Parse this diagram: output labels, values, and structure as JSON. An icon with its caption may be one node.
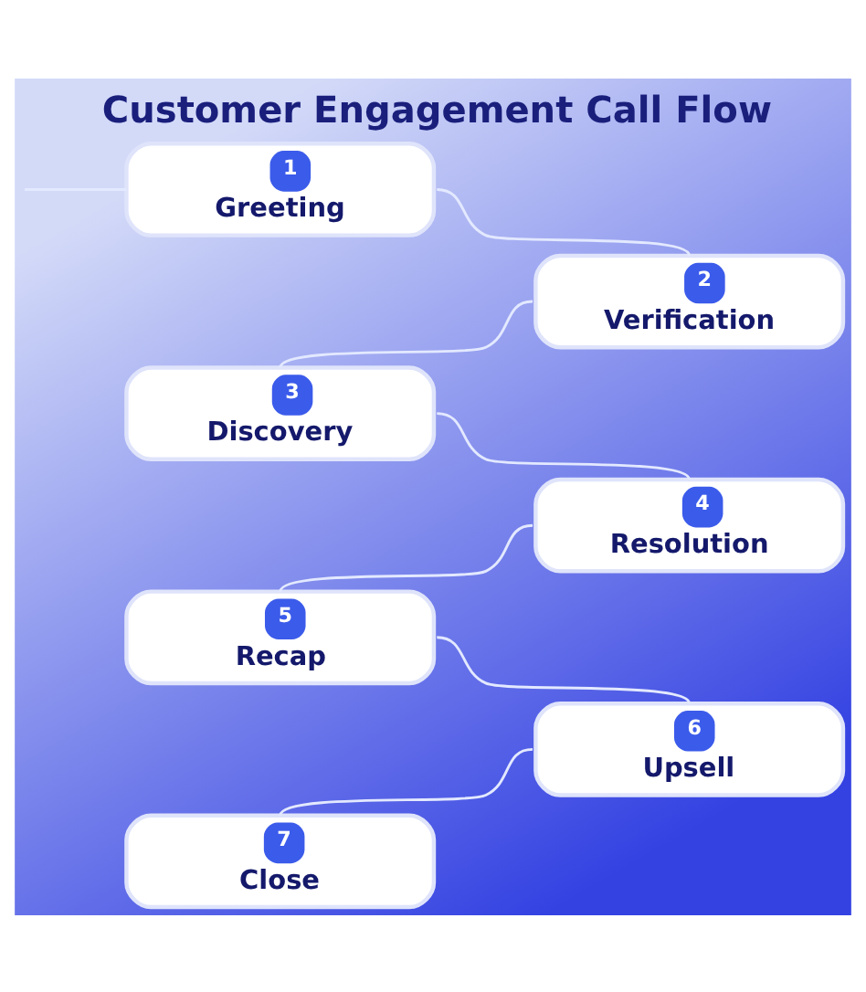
{
  "diagram": {
    "title": "Customer Engagement Call Flow",
    "nodes": [
      {
        "text": [
          "1",
          "Greeting"
        ]
      },
      {
        "text": [
          "2",
          "Verification"
        ]
      },
      {
        "text": [
          "3",
          "Discovery"
        ]
      },
      {
        "text": [
          "4",
          "Resolution"
        ]
      },
      {
        "text": [
          "5",
          "Recap"
        ]
      },
      {
        "text": [
          "6",
          "Upsell"
        ]
      },
      {
        "text": [
          "7",
          "Close"
        ]
      }
    ],
    "edges": [
      {
        "from": null,
        "to": 0,
        "arrow": "none"
      },
      {
        "from": 0,
        "to": 1,
        "arrow": "none"
      },
      {
        "from": 1,
        "to": 2,
        "arrow": "none"
      },
      {
        "from": 2,
        "to": 3,
        "arrow": "none"
      },
      {
        "from": 3,
        "to": 4,
        "arrow": "none"
      },
      {
        "from": 4,
        "to": 5,
        "arrow": "none"
      },
      {
        "from": 5,
        "to": 6,
        "arrow": "none"
      }
    ]
  }
}
